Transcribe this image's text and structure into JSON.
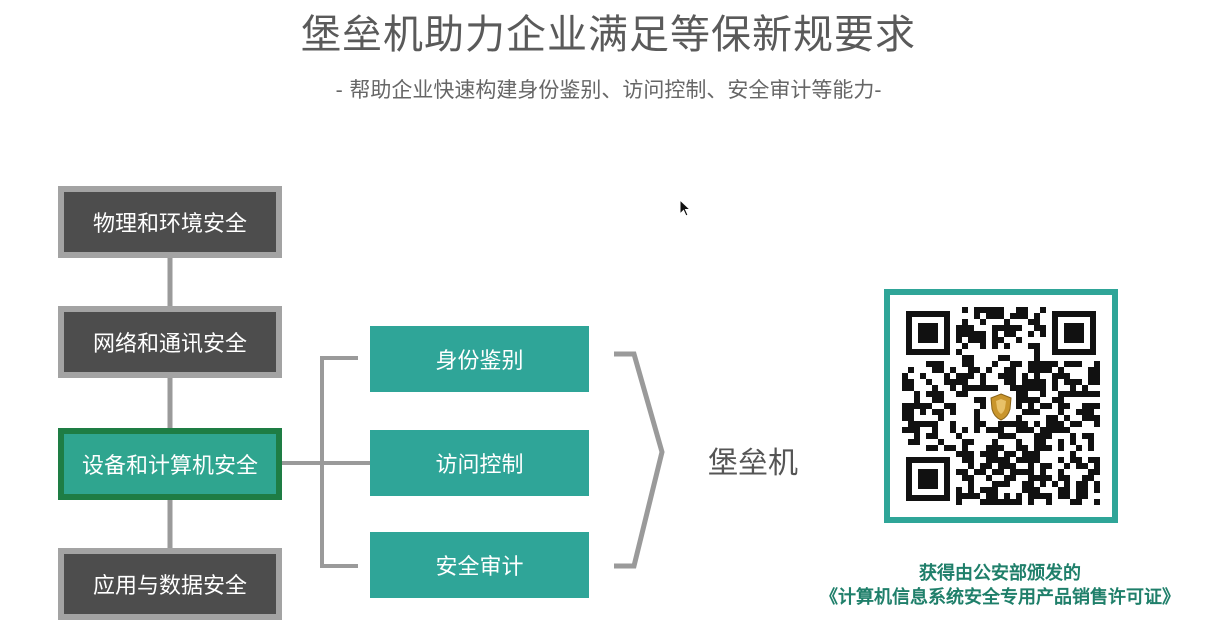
{
  "header": {
    "title": "堡垒机助力企业满足等保新规要求",
    "subtitle": "- 帮助企业快速构建身份鉴别、访问控制、安全审计等能力-"
  },
  "layers": [
    {
      "label": "物理和环境安全",
      "highlighted": false
    },
    {
      "label": "网络和通讯安全",
      "highlighted": false
    },
    {
      "label": "设备和计算机安全",
      "highlighted": true
    },
    {
      "label": "应用与数据安全",
      "highlighted": false
    }
  ],
  "capabilities": [
    {
      "label": "身份鉴别"
    },
    {
      "label": "访问控制"
    },
    {
      "label": "安全审计"
    }
  ],
  "result": {
    "label": "堡垒机"
  },
  "certificate": {
    "line1": "获得由公安部颁发的",
    "line2": "《计算机信息系统安全专用产品销售许可证》"
  },
  "colors": {
    "layer_bg": "#4d4d4d",
    "layer_border": "#a3a3a3",
    "highlight_bg": "#2fa58f",
    "highlight_border": "#1e7d44",
    "capability_bg": "#2fa598",
    "caption_text": "#1f7f6a",
    "connector": "#9a9a9a"
  },
  "icons": {
    "qr": "qr-code-icon",
    "badge": "shield-badge-icon",
    "cursor": "mouse-pointer-icon"
  }
}
